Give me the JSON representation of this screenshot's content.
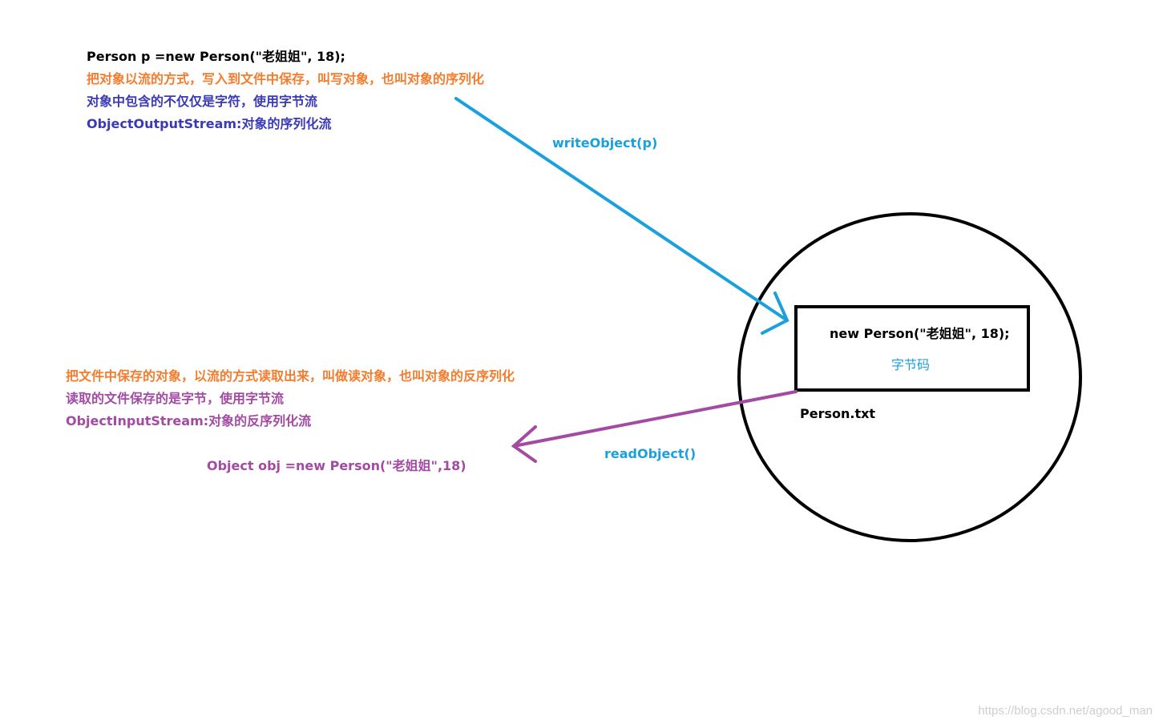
{
  "top_block": {
    "line1": "Person  p =new Person(\"老姐姐\", 18);",
    "line2": "把对象以流的方式，写入到文件中保存，叫写对象，也叫对象的序列化",
    "line3": "对象中包含的不仅仅是字符，使用字节流",
    "line4": "ObjectOutputStream:对象的序列化流"
  },
  "write_label": "writeObject(p)",
  "file": {
    "content_line": "new Person(\"老姐姐\", 18);",
    "bytecode_label": "字节码",
    "filename": "Person.txt"
  },
  "read_label": "readObject()",
  "bottom_block": {
    "line1": "把文件中保存的对象，以流的方式读取出来，叫做读对象，也叫对象的反序列化",
    "line2": "读取的文件保存的是字节，使用字节流",
    "line3": "ObjectInputStream:对象的反序列化流",
    "line4": "Object  obj =new Person(\"老姐姐\",18)"
  },
  "watermark": "https://blog.csdn.net/agood_man",
  "colors": {
    "text": "#000000",
    "orange": "#f47c2c",
    "indigo": "#3a3ab8",
    "write_arrow": "#1aa0dc",
    "read_arrow": "#a34aa3"
  }
}
